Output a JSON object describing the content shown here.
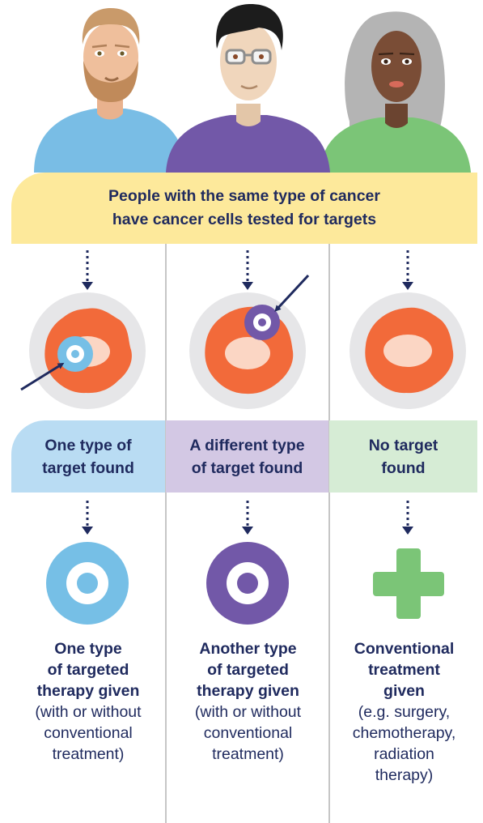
{
  "banner": {
    "line1": "People with the same type of cancer",
    "line2": "have cancer cells tested for targets"
  },
  "results": [
    {
      "line1": "One type of",
      "line2": "target found"
    },
    {
      "line1": "A different type",
      "line2": "of target found"
    },
    {
      "line1": "No target",
      "line2": "found"
    }
  ],
  "therapies": [
    {
      "bold": [
        "One type",
        "of targeted",
        "therapy given"
      ],
      "note": [
        "(with or without",
        "conventional",
        "treatment)"
      ]
    },
    {
      "bold": [
        "Another type",
        "of targeted",
        "therapy given"
      ],
      "note": [
        "(with or without",
        "conventional",
        "treatment)"
      ]
    },
    {
      "bold": [
        "Conventional",
        "treatment",
        "given"
      ],
      "note": [
        "(e.g. surgery,",
        "chemotherapy,",
        "radiation",
        "therapy)"
      ]
    }
  ],
  "colors": {
    "text_navy": "#1f2a5e",
    "banner_yellow": "#fde99b",
    "blue": "#76bfe6",
    "purple": "#7258a8",
    "green": "#7bc577",
    "cell_orange": "#f26a3a",
    "nucleus": "#fbd6c4",
    "cell_ring": "#e6e6e8"
  },
  "icons": [
    "person-bearded-icon",
    "person-glasses-icon",
    "person-gray-hair-icon",
    "cancer-cell-icon",
    "target-icon",
    "plus-icon",
    "dotted-arrow-icon"
  ]
}
